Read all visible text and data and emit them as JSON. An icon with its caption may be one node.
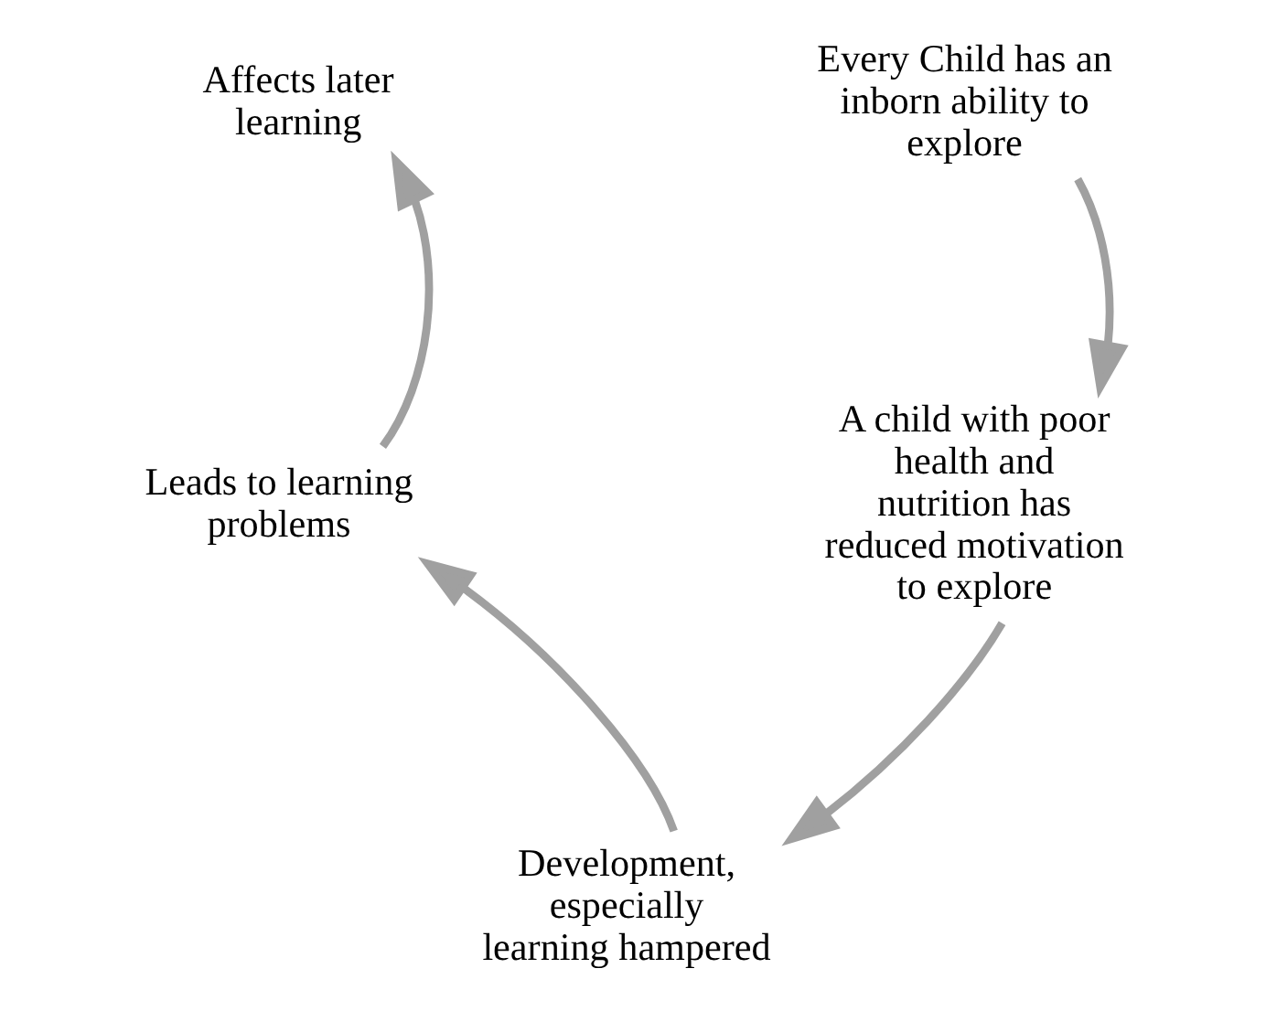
{
  "diagram": {
    "nodes": [
      {
        "text": [
          "Affects later learning"
        ]
      },
      {
        "text": [
          "Every Child has an inborn ability to explore"
        ]
      },
      {
        "text": [
          "Leads to learning problems"
        ]
      },
      {
        "text": [
          "A child with poor health and nutrition has reduced motivation to explore"
        ]
      },
      {
        "text": [
          "Development, especially learning hampered"
        ]
      }
    ],
    "edges": [
      {
        "from": 1,
        "to": 3,
        "arrow": "to"
      },
      {
        "from": 3,
        "to": 4,
        "arrow": "to"
      },
      {
        "from": 4,
        "to": 2,
        "arrow": "to"
      },
      {
        "from": 2,
        "to": 0,
        "arrow": "to"
      }
    ]
  }
}
